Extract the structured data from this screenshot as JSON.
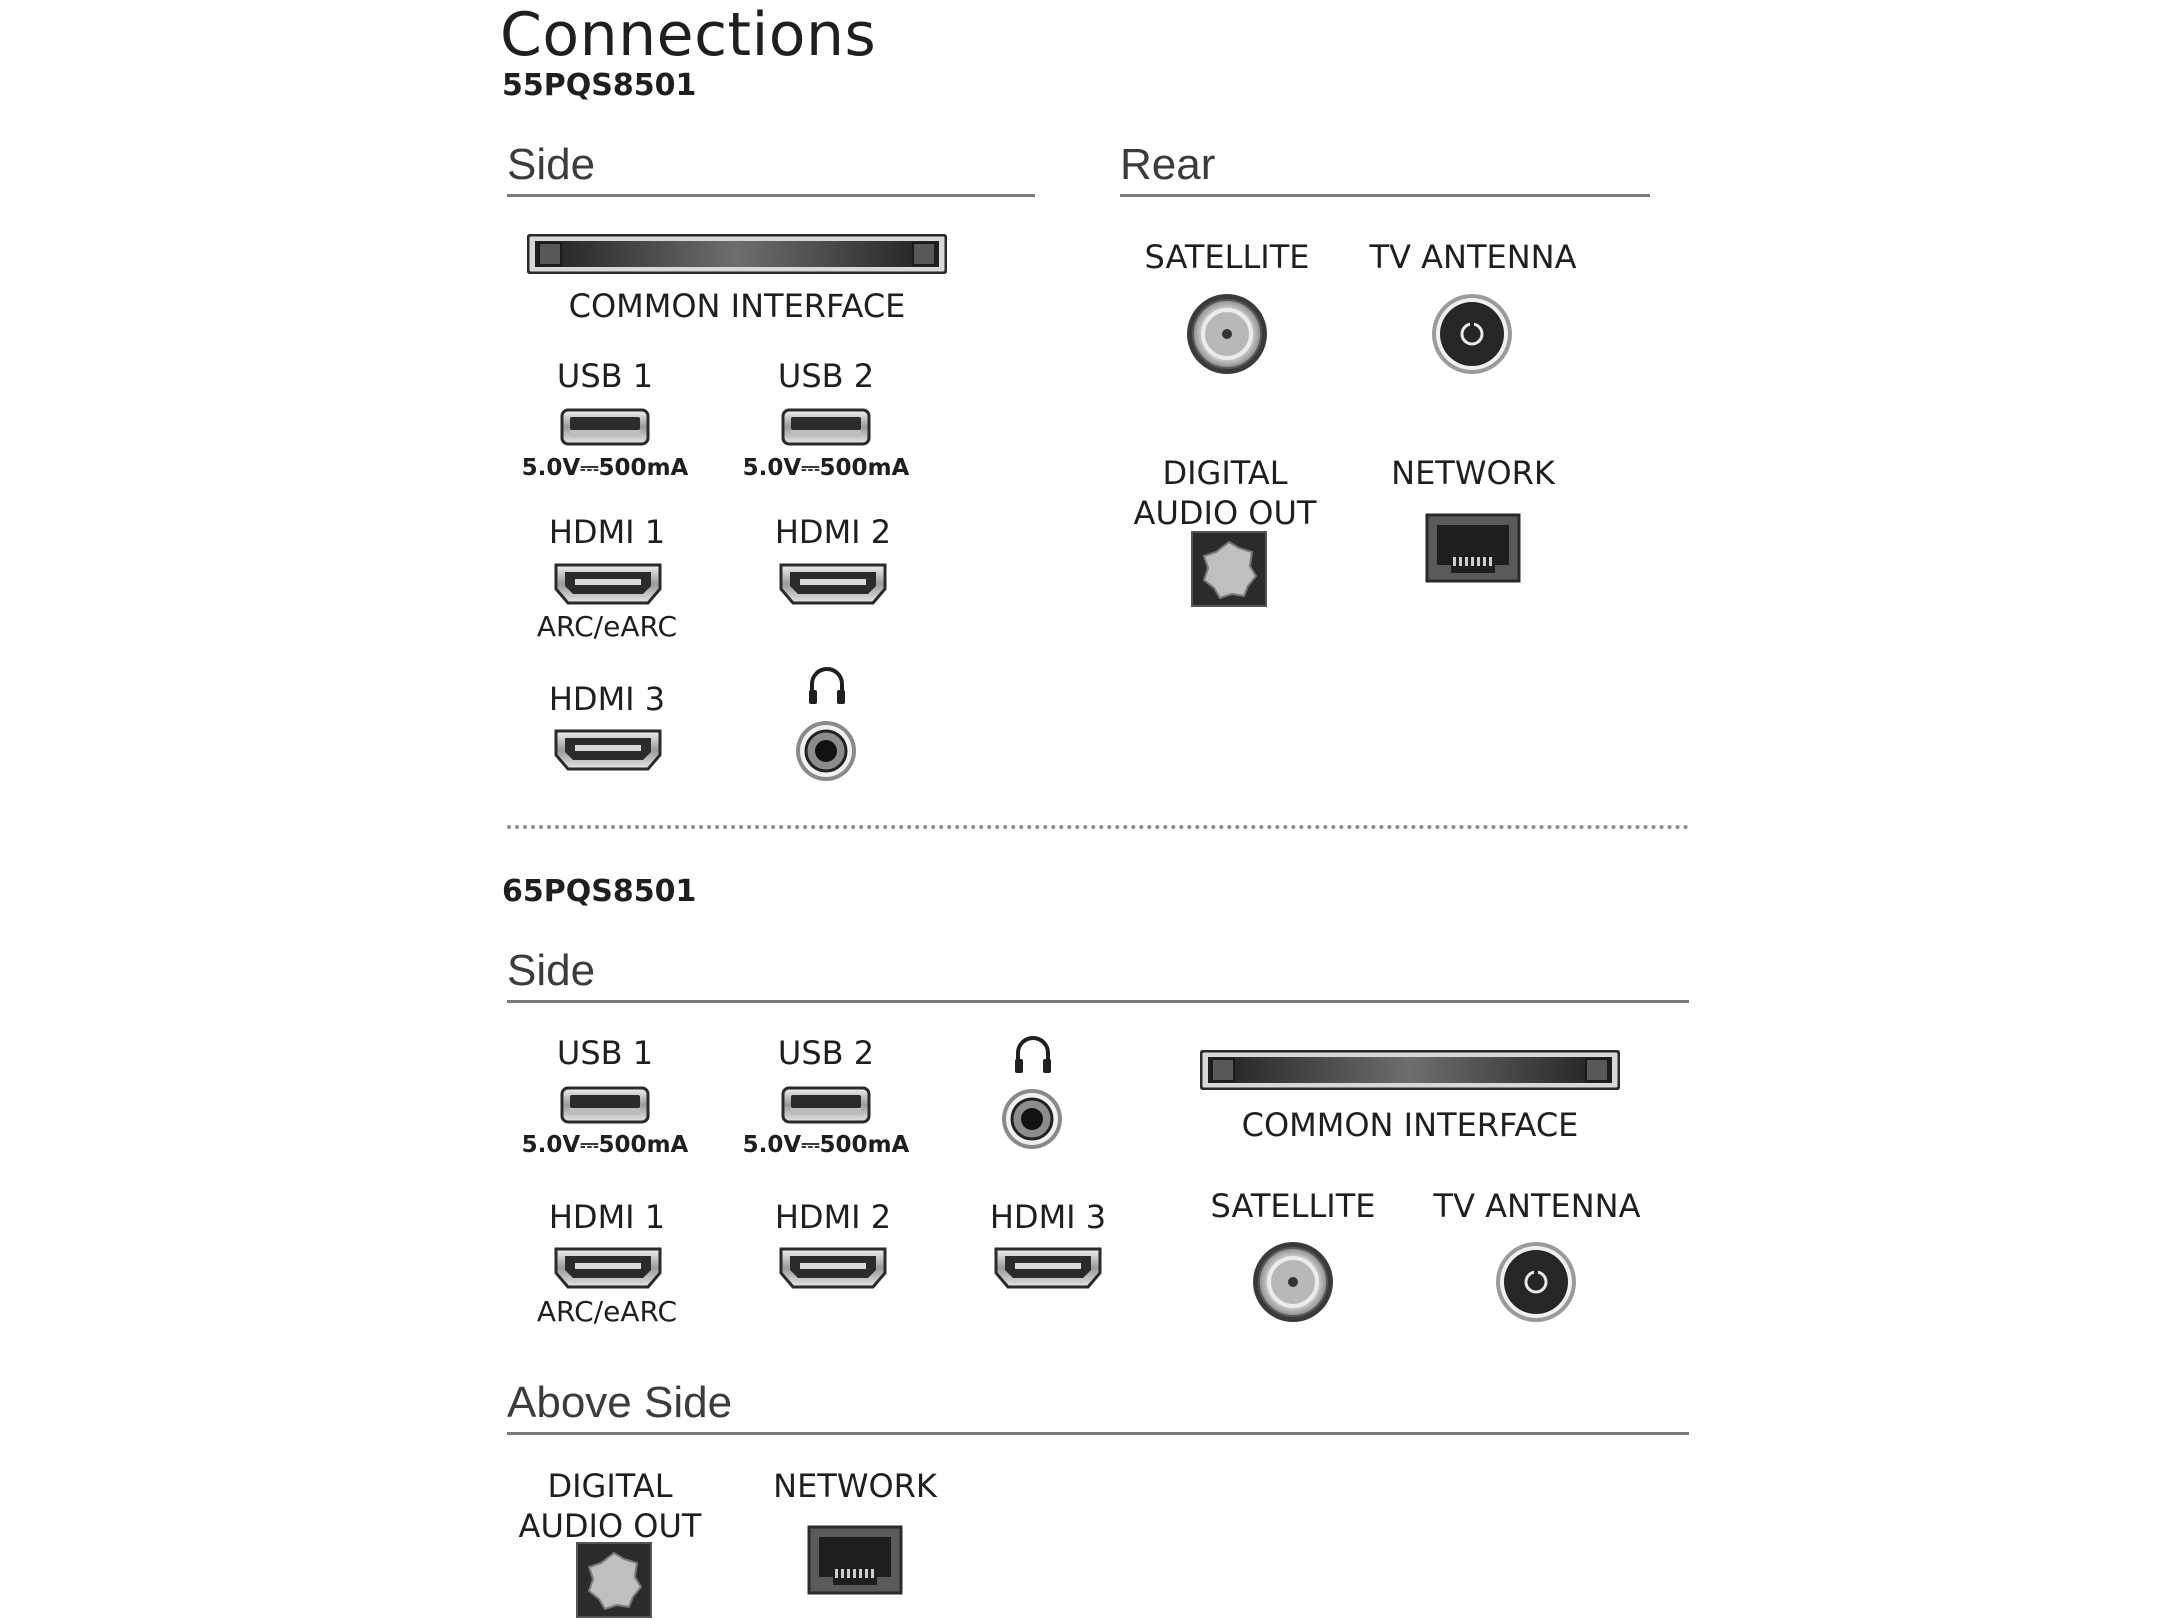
{
  "title": "Connections",
  "model_a": {
    "name": "55PQS8501",
    "side_title": "Side",
    "rear_title": "Rear",
    "common_interface": "COMMON INTERFACE",
    "usb1": "USB 1",
    "usb2": "USB 2",
    "usb_rating": "5.0V⎓500mA",
    "hdmi1": "HDMI 1",
    "hdmi2": "HDMI 2",
    "hdmi3": "HDMI 3",
    "arc": "ARC/eARC",
    "satellite": "SATELLITE",
    "tv_antenna": "TV ANTENNA",
    "digital_audio_l1": "DIGITAL",
    "digital_audio_l2": "AUDIO OUT",
    "network": "NETWORK"
  },
  "model_b": {
    "name": "65PQS8501",
    "side_title": "Side",
    "above_title": "Above Side",
    "common_interface": "COMMON INTERFACE",
    "usb1": "USB 1",
    "usb2": "USB 2",
    "usb_rating": "5.0V⎓500mA",
    "hdmi1": "HDMI 1",
    "hdmi2": "HDMI 2",
    "hdmi3": "HDMI 3",
    "arc": "ARC/eARC",
    "satellite": "SATELLITE",
    "tv_antenna": "TV ANTENNA",
    "digital_audio_l1": "DIGITAL",
    "digital_audio_l2": "AUDIO OUT",
    "network": "NETWORK"
  },
  "icons": {
    "ci_slot": "common-interface-slot-icon",
    "usb": "usb-port-icon",
    "hdmi": "hdmi-port-icon",
    "headphone": "headphone-icon",
    "coax": "coaxial-port-icon",
    "optical": "optical-port-icon",
    "ethernet": "ethernet-port-icon"
  },
  "colors": {
    "text": "#1f1f1f",
    "rule": "#7a7a7a",
    "port_dark": "#2b2b2b",
    "port_light": "#c8c8c8"
  }
}
